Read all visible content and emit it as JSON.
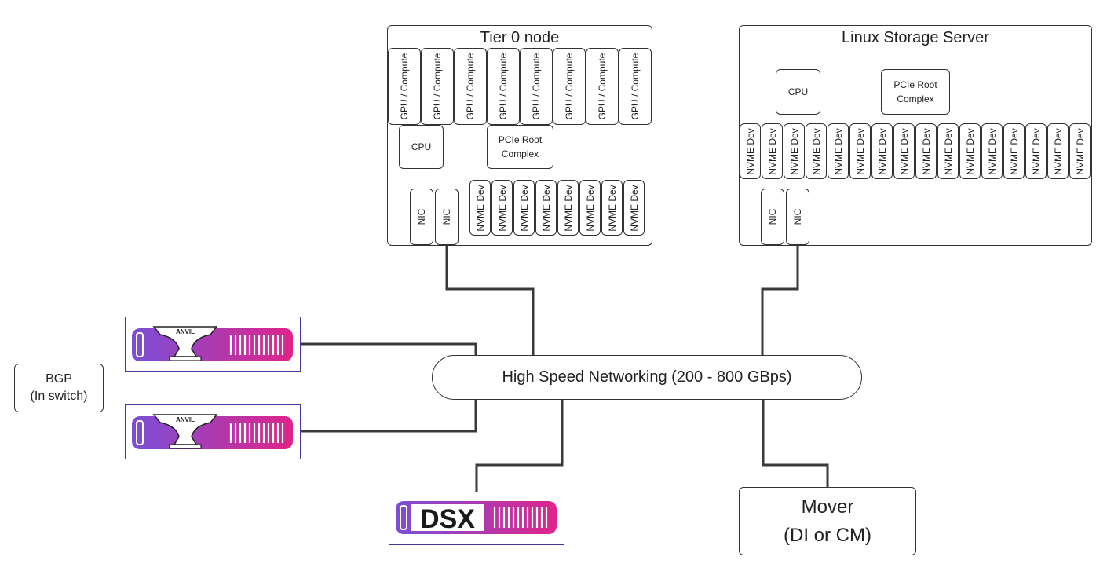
{
  "tier0": {
    "title": "Tier 0 node",
    "gpus": [
      "GPU / Compute",
      "GPU / Compute",
      "GPU / Compute",
      "GPU / Compute",
      "GPU / Compute",
      "GPU / Compute",
      "GPU / Compute",
      "GPU / Compute"
    ],
    "cpu": "CPU",
    "pcie_line1": "PCIe Root",
    "pcie_line2": "Complex",
    "nics": [
      "NIC",
      "NIC"
    ],
    "nvme": [
      "NVME Dev",
      "NVME Dev",
      "NVME Dev",
      "NVME Dev",
      "NVME Dev",
      "NVME Dev",
      "NVME Dev",
      "NVME Dev"
    ]
  },
  "storage": {
    "title": "Linux Storage Server",
    "cpu": "CPU",
    "pcie_line1": "PCIe Root",
    "pcie_line2": "Complex",
    "nvme": [
      "NVME Dev",
      "NVME Dev",
      "NVME Dev",
      "NVME Dev",
      "NVME Dev",
      "NVME Dev",
      "NVME Dev",
      "NVME Dev",
      "NVME Dev",
      "NVME Dev",
      "NVME Dev",
      "NVME Dev",
      "NVME Dev",
      "NVME Dev",
      "NVME Dev",
      "NVME Dev"
    ],
    "nics": [
      "NIC",
      "NIC"
    ]
  },
  "network": {
    "label": "High Speed Networking (200 - 800 GBps)"
  },
  "anvil": {
    "label1": "ANVIL",
    "label2": "ANVIL"
  },
  "dsx": {
    "label": "DSX"
  },
  "bgp": {
    "line1": "BGP",
    "line2": "(In switch)"
  },
  "mover": {
    "line1": "Mover",
    "line2": "(DI or CM)"
  },
  "colors": {
    "gradient_start": "#7b4fd6",
    "gradient_end": "#e0248a",
    "device_border": "#4a3596",
    "line": "#333333"
  }
}
